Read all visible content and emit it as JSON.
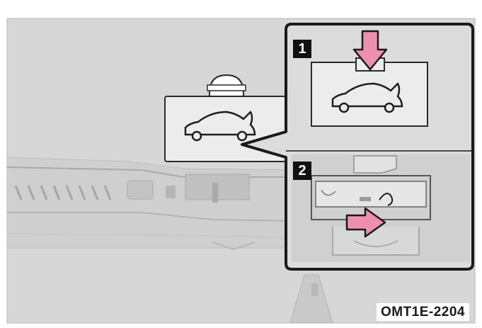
{
  "figure": {
    "code": "OMT1E-2204",
    "steps": [
      {
        "number": "1"
      },
      {
        "number": "2"
      }
    ]
  },
  "colors": {
    "background_panel": "#d7d7d7",
    "arrow_pink": "#ef8fb0",
    "outline": "#1f1f1f",
    "label_fill": "#111111"
  },
  "icons": {
    "trunk_symbol": "car-trunk-open-icon",
    "press_arrow": "arrow-down-icon",
    "slide_arrow": "arrow-right-icon"
  }
}
